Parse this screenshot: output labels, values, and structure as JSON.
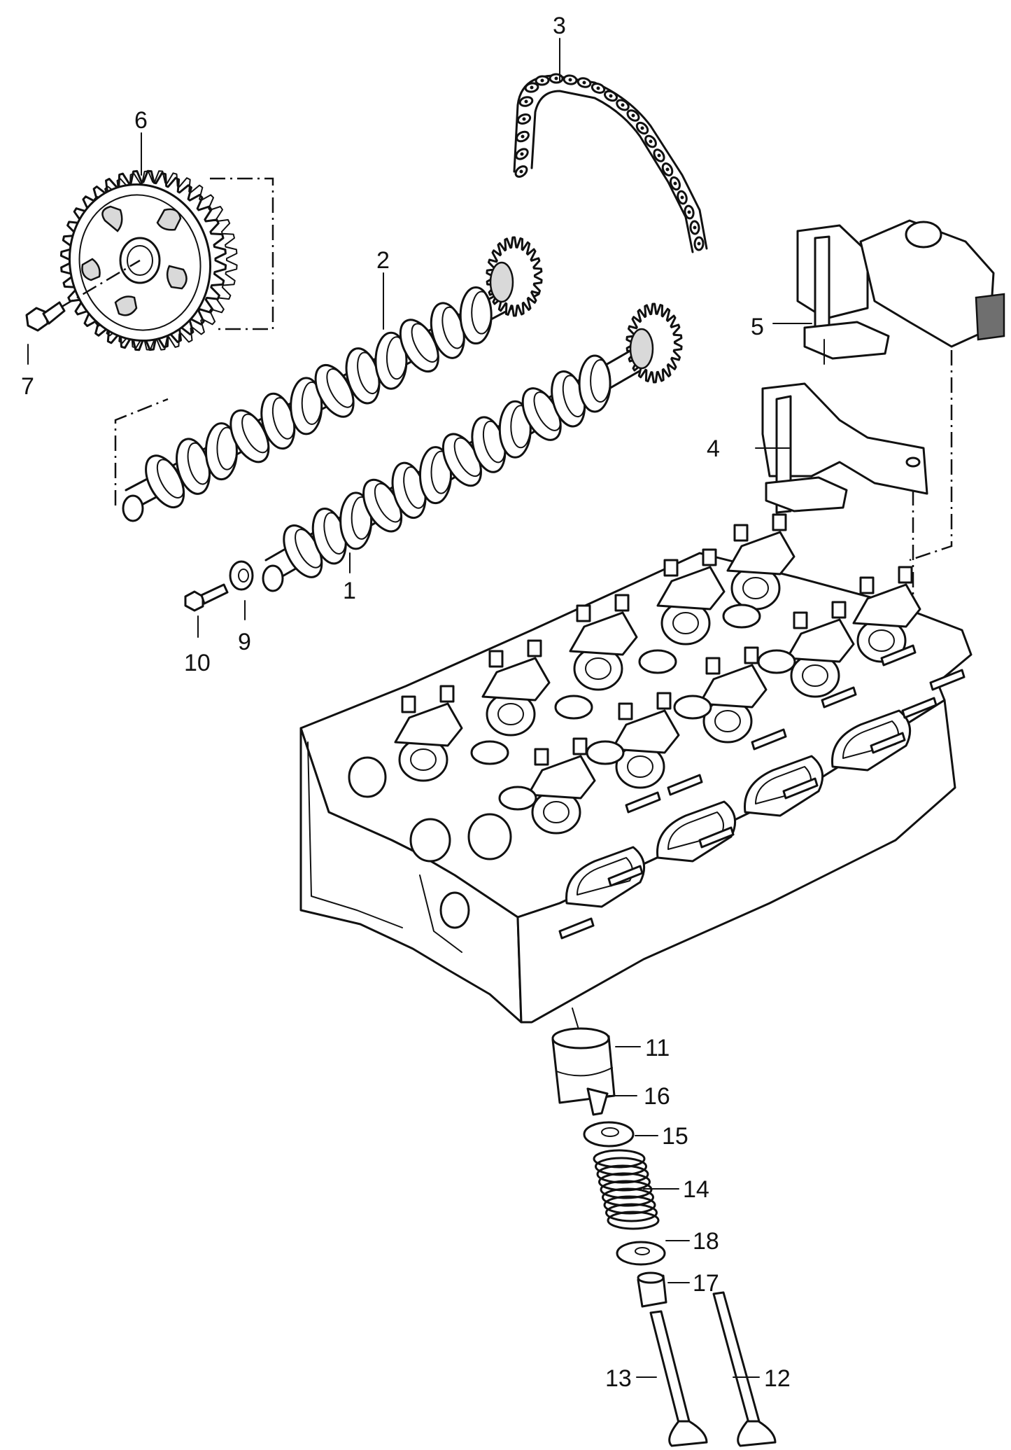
{
  "callouts": [
    {
      "id": "c1",
      "text": "1"
    },
    {
      "id": "c2",
      "text": "2"
    },
    {
      "id": "c3",
      "text": "3"
    },
    {
      "id": "c4",
      "text": "4"
    },
    {
      "id": "c5",
      "text": "5"
    },
    {
      "id": "c6",
      "text": "6"
    },
    {
      "id": "c7",
      "text": "7"
    },
    {
      "id": "c9",
      "text": "9"
    },
    {
      "id": "c10",
      "text": "10"
    },
    {
      "id": "c11",
      "text": "11"
    },
    {
      "id": "c12",
      "text": "12"
    },
    {
      "id": "c13",
      "text": "13"
    },
    {
      "id": "c14",
      "text": "14"
    },
    {
      "id": "c15",
      "text": "15"
    },
    {
      "id": "c16",
      "text": "16"
    },
    {
      "id": "c17",
      "text": "17"
    },
    {
      "id": "c18",
      "text": "18"
    }
  ],
  "colors": {
    "line": "#111111",
    "paper": "#ffffff",
    "shade": "#d9d9d9"
  }
}
